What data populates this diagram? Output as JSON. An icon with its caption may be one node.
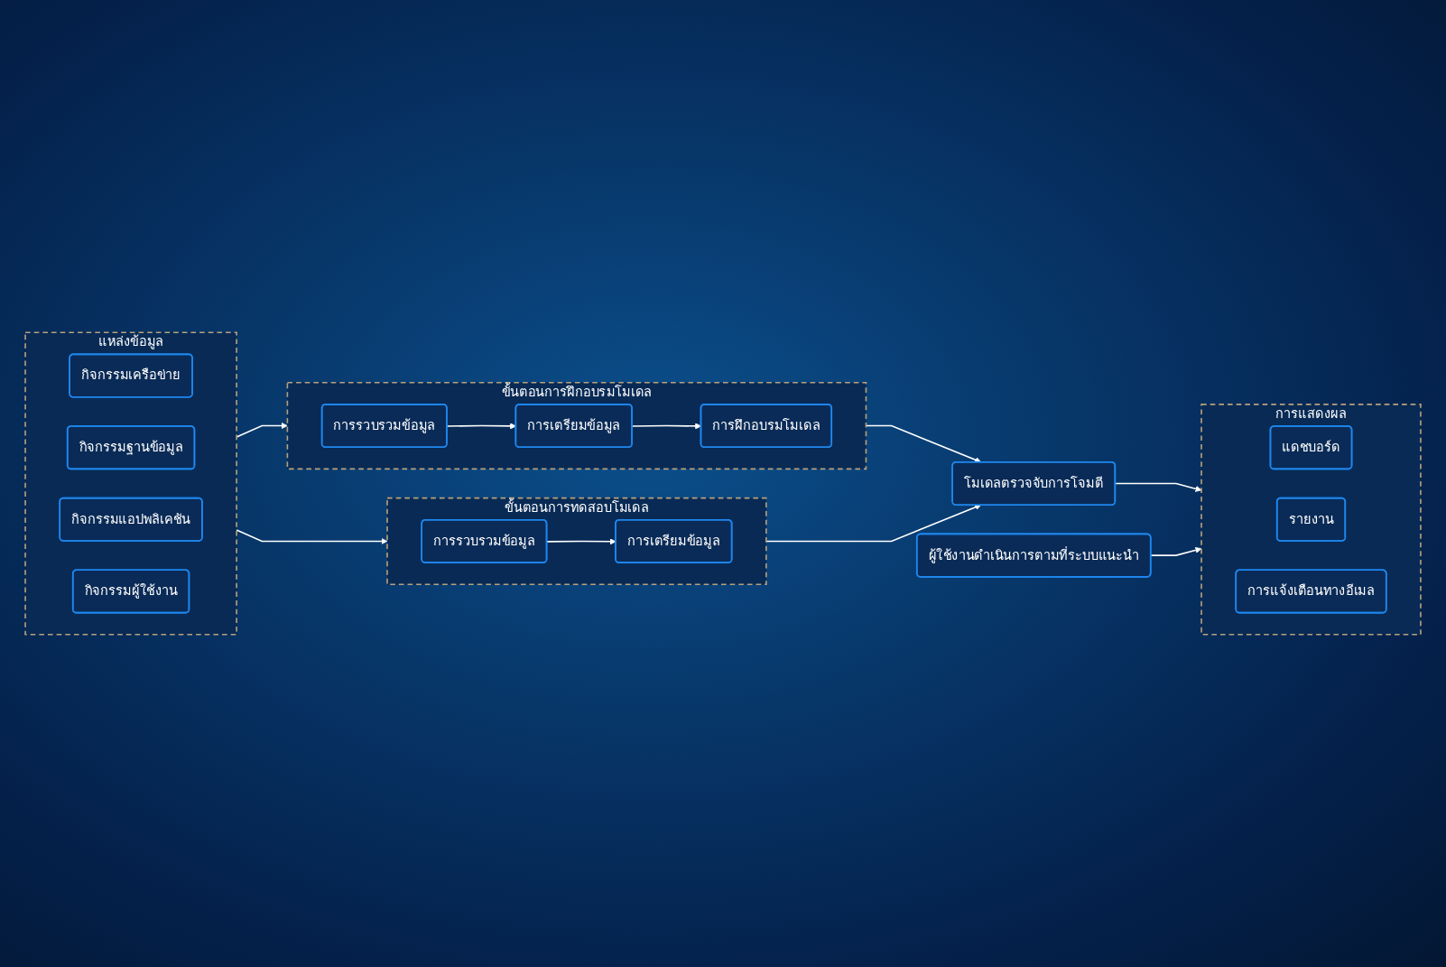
{
  "diagram": {
    "nodes": [
      {
        "text": [
          "แหล่งข้อมูล"
        ]
      },
      {
        "text": [
          "กิจกรรมเครือข่าย"
        ],
        "in": 0
      },
      {
        "text": [
          "กิจกรรมฐานข้อมูล"
        ],
        "in": 0
      },
      {
        "text": [
          "กิจกรรมแอปพลิเคชัน"
        ],
        "in": 0
      },
      {
        "text": [
          "กิจกรรมผู้ใช้งาน"
        ],
        "in": 0
      },
      {
        "text": [
          "ขั้นตอนการฝึกอบรมโมเดล"
        ]
      },
      {
        "text": [
          "การรวบรวมข้อมูล"
        ],
        "in": 5
      },
      {
        "text": [
          "การเตรียมข้อมูล"
        ],
        "in": 5
      },
      {
        "text": [
          "การฝึกอบรมโมเดล"
        ],
        "in": 5
      },
      {
        "text": [
          "ขั้นตอนการทดสอบโมเดล"
        ]
      },
      {
        "text": [
          "การรวบรวมข้อมูล"
        ],
        "in": 9
      },
      {
        "text": [
          "การเตรียมข้อมูล"
        ],
        "in": 9
      },
      {
        "text": [
          "โมเดลตรวจจับการโจมตี"
        ]
      },
      {
        "text": [
          "การแสดงผล"
        ]
      },
      {
        "text": [
          "แดชบอร์ด"
        ],
        "in": 13
      },
      {
        "text": [
          "รายงาน"
        ],
        "in": 13
      },
      {
        "text": [
          "การแจ้งเตือนทางอีเมล"
        ],
        "in": 13
      },
      {
        "text": [
          "ผู้ใช้งานดำเนินการตามที่ระบบแนะนำ"
        ]
      }
    ],
    "edges": [
      {
        "from": 0,
        "to": 5,
        "arrow": "to"
      },
      {
        "from": 0,
        "to": 9,
        "arrow": "to"
      },
      {
        "from": 6,
        "to": 7,
        "arrow": "to"
      },
      {
        "from": 7,
        "to": 8,
        "arrow": "to"
      },
      {
        "from": 10,
        "to": 11,
        "arrow": "to"
      },
      {
        "from": 5,
        "to": 12,
        "arrow": "to"
      },
      {
        "from": 9,
        "to": 12,
        "arrow": "to"
      },
      {
        "from": 12,
        "to": 13,
        "arrow": "to"
      },
      {
        "from": 17,
        "to": 13,
        "arrow": "to"
      }
    ]
  }
}
